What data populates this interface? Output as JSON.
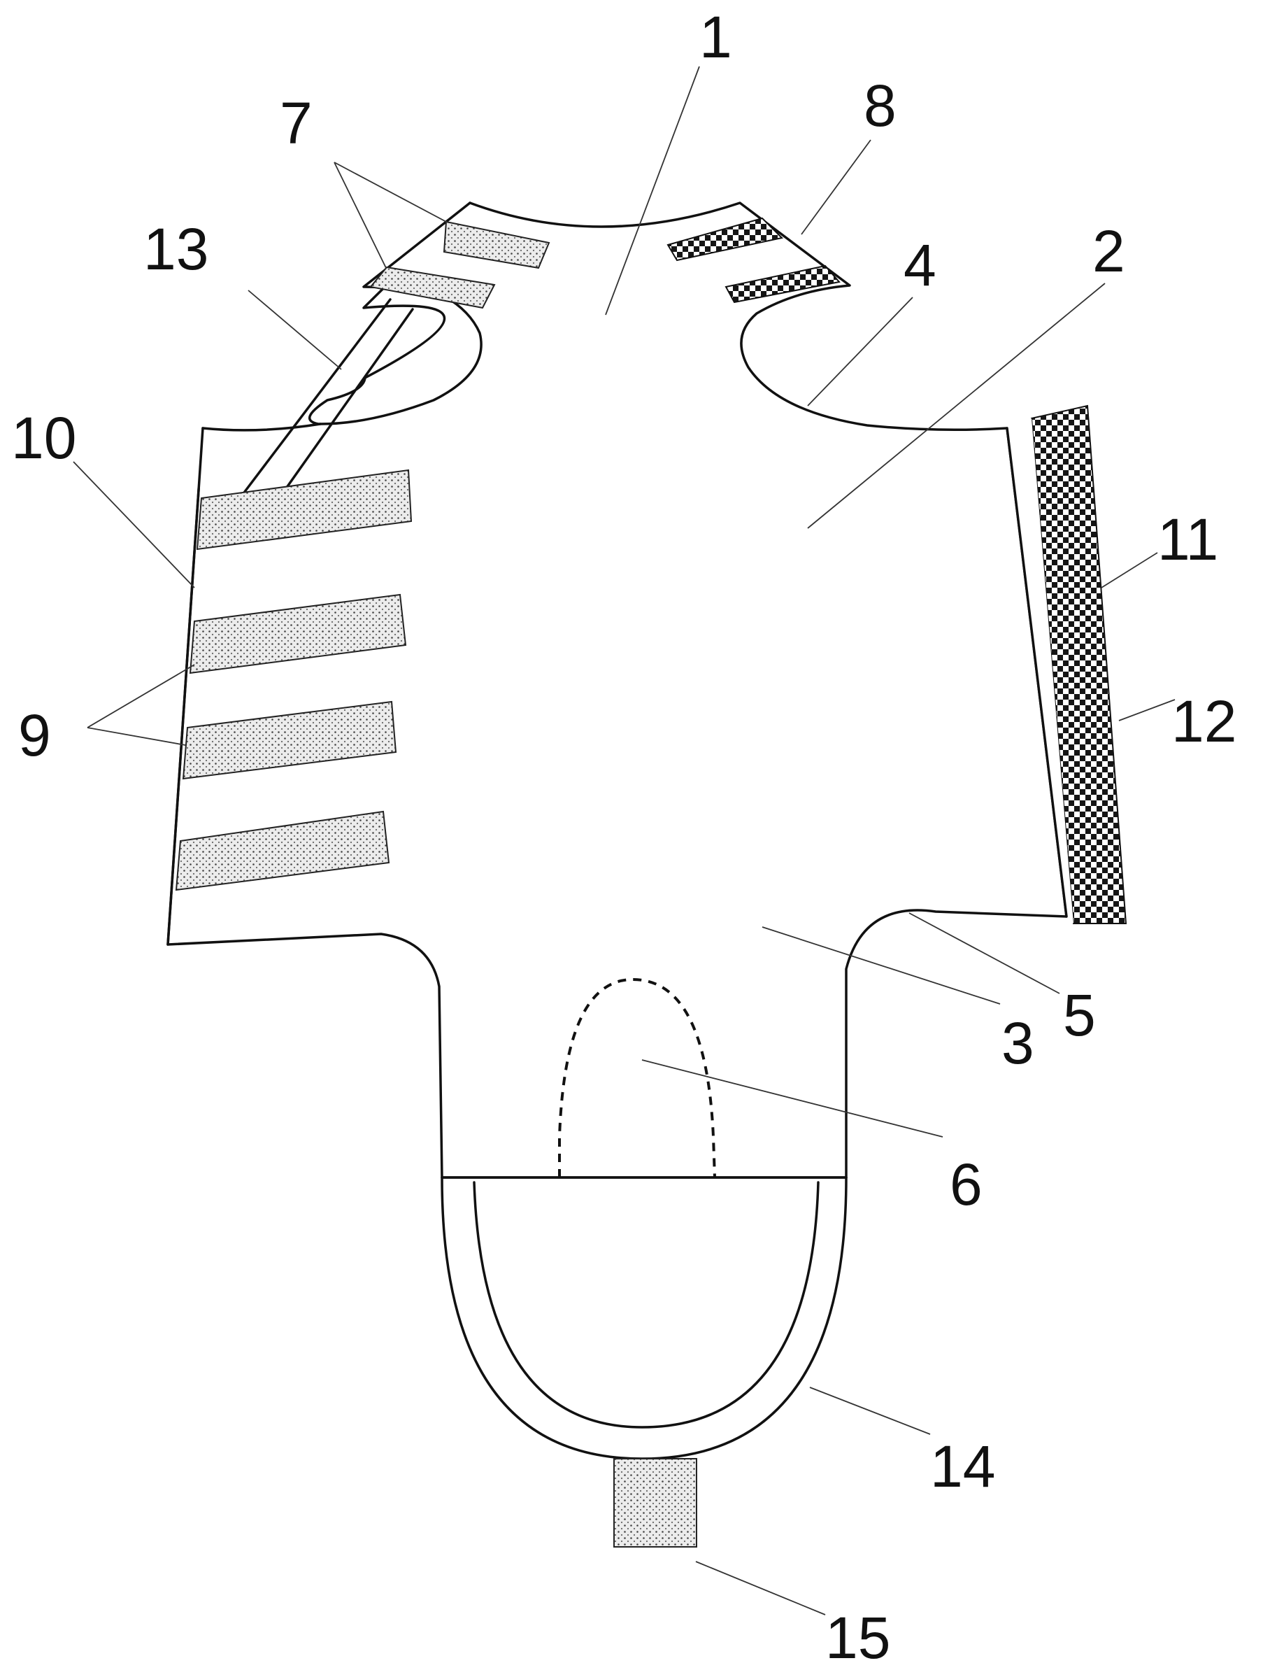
{
  "labels": {
    "n1": "1",
    "n2": "2",
    "n3": "3",
    "n4": "4",
    "n5": "5",
    "n6": "6",
    "n7": "7",
    "n8": "8",
    "n9": "9",
    "n10": "10",
    "n11": "11",
    "n12": "12",
    "n13": "13",
    "n14": "14",
    "n15": "15"
  },
  "colors": {
    "line": "#111111",
    "dot_fill_base": "#e9e9e9",
    "check_dark": "#111111",
    "check_light": "#ffffff"
  }
}
